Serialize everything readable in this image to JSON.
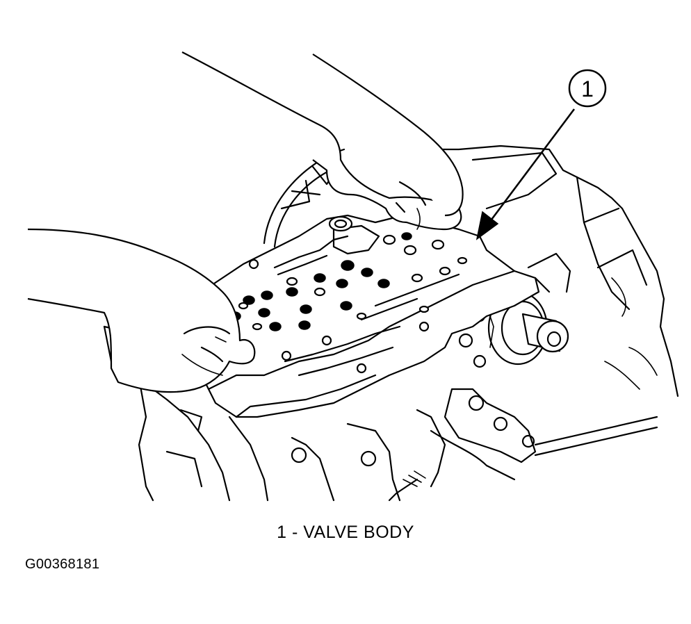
{
  "callout": {
    "number": "1"
  },
  "caption": "1 - VALVE BODY",
  "figure_id": "G00368181",
  "callouts": [
    {
      "number": "1",
      "label": "VALVE BODY"
    }
  ]
}
